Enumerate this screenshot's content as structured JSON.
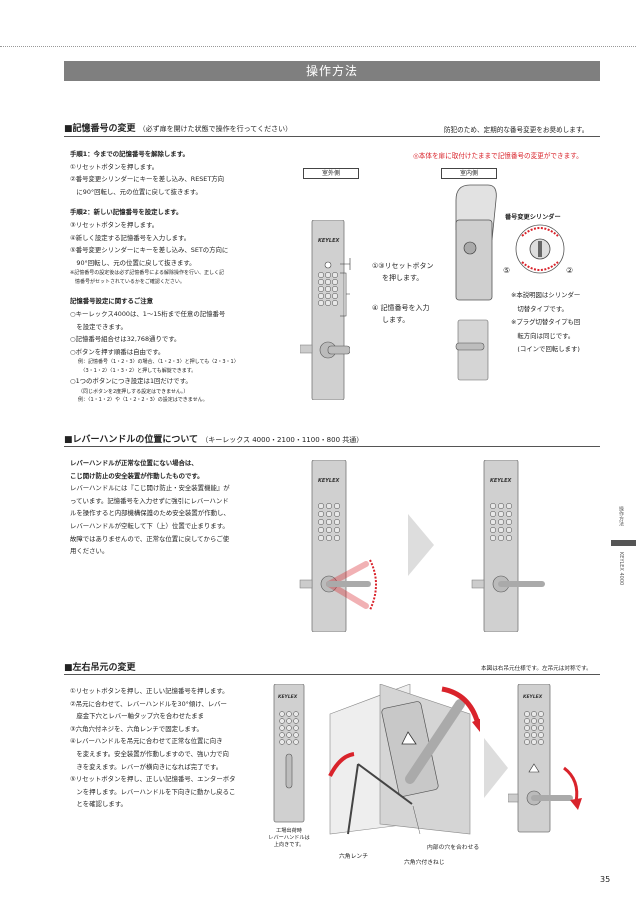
{
  "page": {
    "title": "操作方法",
    "page_number": "35",
    "side_tab": "操作方法",
    "side_model": "KEYLEX 4000"
  },
  "s1": {
    "title": "■記憶番号の変更",
    "title_note": "（必ず扉を開けた状態で操作を行ってください）",
    "right_note": "防犯のため、定期的な番号変更をお奨めします。",
    "red_note": "◎本体を扉に取付けたままで記憶番号の変更ができます。",
    "outside_label": "室外側",
    "inside_label": "室内側",
    "step1_title": "手順1：今までの記憶番号を解除します。",
    "step1_lines": [
      "①リセットボタンを押します。",
      "②番号変更シリンダーにキーを差し込み、RESET方向",
      "　に90°回転し、元の位置に戻して抜きます。"
    ],
    "step2_title": "手順2：新しい記憶番号を設定します。",
    "step2_lines": [
      "③リセットボタンを押します。",
      "④新しく設定する記憶番号を入力します。",
      "⑤番号変更シリンダーにキーを差し込み、SETの方向に",
      "　90°回転し、元の位置に戻して抜きます。"
    ],
    "step2_notes": [
      "※記憶番号の設定後は必ず記憶番号による解除操作を行い、正しく記",
      "　憶番号がセットされているかをご確認ください。"
    ],
    "caution_title": "記憶番号設定に関するご注意",
    "caution_lines": [
      "○キーレックス4000は、1〜15桁まで任意の記憶番号",
      "　を設定できます。",
      "○記憶番号組合せは32,768通りです。",
      "○ボタンを押す順番は自由です。"
    ],
    "caution_ex1": [
      "例：記憶番号〈1・2・3〉の場合、〈1・2・3〉と押しても〈2・3・1〉",
      "　〈3・1・2〉〈1・3・2〉と押しても解錠できます。"
    ],
    "caution_line5": "○1つのボタンにつき設定は1回だけです。",
    "caution_ex2": [
      "（同じボタンを2度押しする設定はできません。）",
      "例：〈1・1・2〉や〈1・2・2・3〉の設定はできません。"
    ],
    "callout_reset": [
      "①③リセットボタン",
      "を押します。"
    ],
    "callout_input": [
      "④ 記憶番号を入力",
      "します。"
    ],
    "cylinder_label": "番号変更シリンダー",
    "cyl_num_left": "⑤",
    "cyl_num_right": "②",
    "cyl_notes": [
      "※本説明図はシリンダー",
      "　切替タイプです。",
      "※プラグ切替タイプも回",
      "　転方向は同じです。",
      "　(コインで回転します)"
    ],
    "logo": "KEYLEX"
  },
  "s2": {
    "title": "■レバーハンドルの位置について",
    "title_note": "（キーレックス 4000・2100・1100・800 共通）",
    "bold_lines": [
      "レバーハンドルが正常な位置にない場合は、",
      "こじ開け防止の安全装置が作動したものです。"
    ],
    "lines": [
      "レバーハンドルには『こじ開け防止・安全装置機能』が",
      "っています。記憶番号を入力せずに強引にレバーハンド",
      "ルを操作すると内部機構保護のため安全装置が作動し、",
      "レバーハンドルが空転して下（上）位置で止まります。",
      "故障ではありませんので、正常な位置に戻してからご使",
      "用ください。"
    ]
  },
  "s3": {
    "title": "■左右吊元の変更",
    "right_note": "本図は右吊元仕様です。左吊元は対称です。",
    "lines": [
      "①リセットボタンを押し、正しい記憶番号を押します。",
      "②吊元に合わせて、レバーハンドルを30°傾け、レバー",
      "　座金下穴とレバー軸タップ穴を合わせたまま",
      "③六角穴付ネジを、六角レンチで固定します。",
      "④レバーハンドルを吊元に合わせて正常な位置に向き",
      "　を変えます。安全装置が作動しますので、強い力で向",
      "　きを変えます。レバーが横向きになれば完了です。",
      "⑤リセットボタンを押し、正しい記憶番号、エンターボタ",
      "　ンを押します。レバーハンドルを下向きに動かし戻るこ",
      "　とを確認します。"
    ],
    "factory_note": [
      "工場出荷時",
      "レバーハンドルは",
      "上向きです。"
    ],
    "hex_wrench": "六角レンチ",
    "hex_screw": "六角穴付きねじ",
    "align_holes": "内部の穴を合わせる"
  }
}
